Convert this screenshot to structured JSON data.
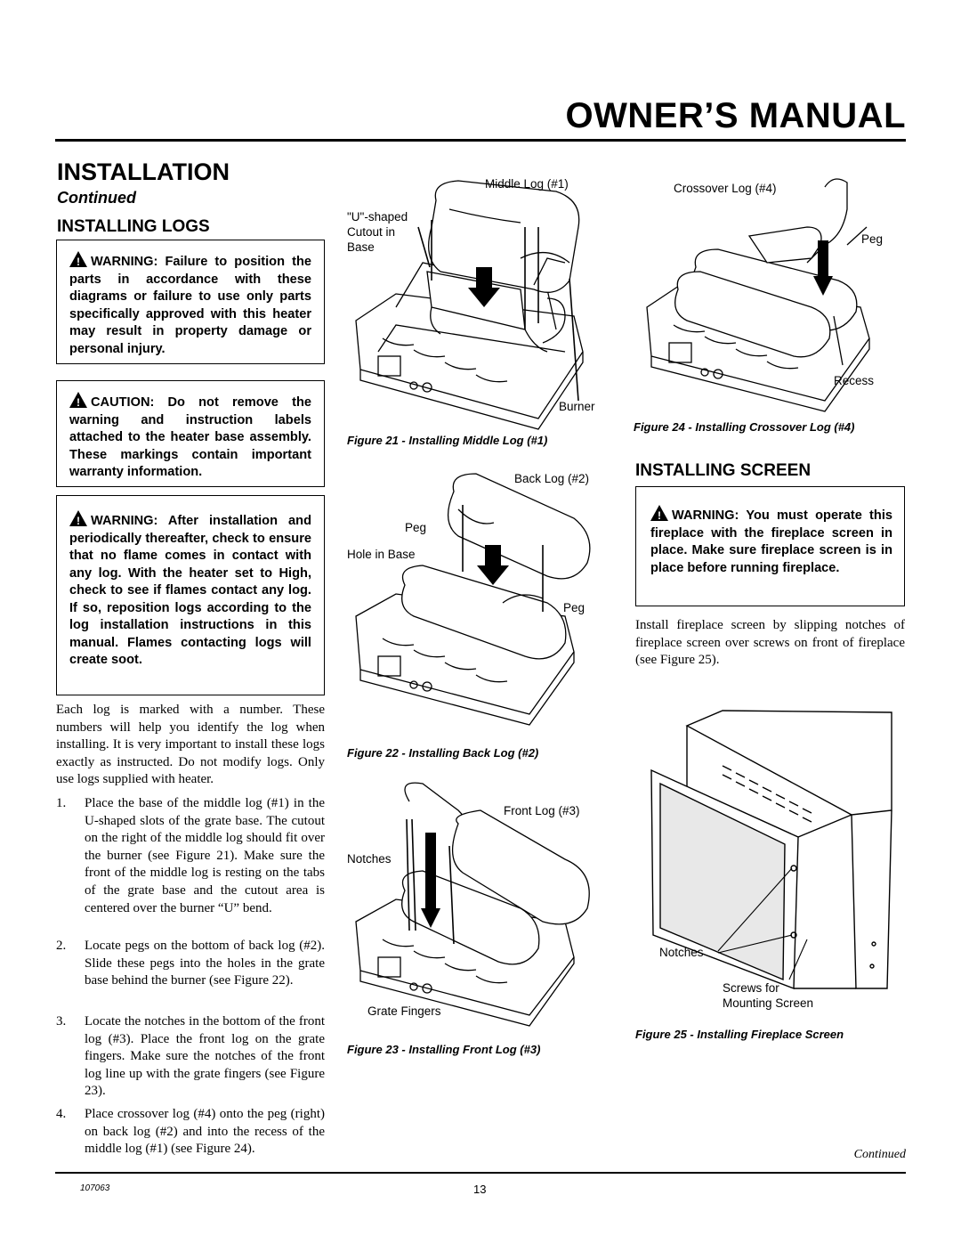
{
  "header": {
    "manual_title": "OWNER’S MANUAL",
    "section_title": "INSTALLATION",
    "section_subtitle": "Continued"
  },
  "installing_logs": {
    "heading": "INSTALLING LOGS",
    "warning_1": "WARNING: Failure to position the parts in accordance with these diagrams or failure to use only parts specifically approved with this heater may result in property damage or personal injury.",
    "caution": "CAUTION: Do not remove the warning and instruction labels attached to the heater base assembly. These markings contain important warranty information.",
    "warning_2": "WARNING: After installation and periodically thereafter, check to ensure that no flame comes in contact with any log. With the heater set to High, check to see if flames contact any log. If so, reposition logs according to the log installation instructions in this manual. Flames contacting logs will create soot.",
    "intro": "Each log is marked with a number. These numbers will help you identify the log when installing. It is very important to install these logs exactly as instructed. Do not modify logs. Only use logs supplied with heater.",
    "steps": [
      {
        "num": "1.",
        "text": "Place the base of the middle log (#1) in the U-shaped slots of the grate base. The cutout on the right of the middle log should fit over the burner (see Figure 21). Make sure the front of the middle log is resting on the tabs of the grate base and the cutout area is centered over the burner “U” bend."
      },
      {
        "num": "2.",
        "text": "Locate pegs on the bottom of back log (#2). Slide these pegs into the holes in the grate base behind the burner (see Figure 22)."
      },
      {
        "num": "3.",
        "text": "Locate the notches in the bottom of the front log (#3). Place the front log on the grate fingers. Make sure the notches of the front log line up with the grate fingers (see Figure 23)."
      },
      {
        "num": "4.",
        "text": "Place crossover log (#4) onto the peg (right) on back log (#2) and into the recess of the middle log (#1) (see Figure 24)."
      }
    ]
  },
  "figures": {
    "fig21": {
      "caption": "Figure 21 - Installing Middle Log (#1)",
      "labels": {
        "middle_log": "Middle Log (#1)",
        "cutout_1": "\"U\"-shaped",
        "cutout_2": "Cutout in",
        "cutout_3": "Base",
        "burner": "Burner"
      },
      "number": "1"
    },
    "fig22": {
      "caption": "Figure 22 - Installing Back Log (#2)",
      "labels": {
        "back_log": "Back Log (#2)",
        "peg_left": "Peg",
        "hole": "Hole in Base",
        "peg_right": "Peg"
      },
      "number": "2"
    },
    "fig23": {
      "caption": "Figure 23 - Installing Front Log (#3)",
      "labels": {
        "front_log": "Front Log (#3)",
        "notches": "Notches",
        "grate": "Grate Fingers"
      },
      "number": "3"
    },
    "fig24": {
      "caption": "Figure 24 - Installing Crossover Log (#4)",
      "labels": {
        "crossover": "Crossover Log (#4)",
        "peg": "Peg",
        "recess": "Recess"
      },
      "number": "4"
    },
    "fig25": {
      "caption": "Figure 25 - Installing Fireplace Screen",
      "labels": {
        "notches": "Notches",
        "screws_1": "Screws for",
        "screws_2": "Mounting Screen"
      }
    }
  },
  "installing_screen": {
    "heading": "INSTALLING SCREEN",
    "warning": "WARNING: You must operate this fireplace with the fireplace screen in place. Make sure fireplace screen is in place before running fireplace.",
    "body": "Install fireplace screen by slipping notches of fireplace screen over screws on front of fireplace (see Figure 25)."
  },
  "footer": {
    "continued": "Continued",
    "doc_number": "107063",
    "page_number": "13"
  }
}
